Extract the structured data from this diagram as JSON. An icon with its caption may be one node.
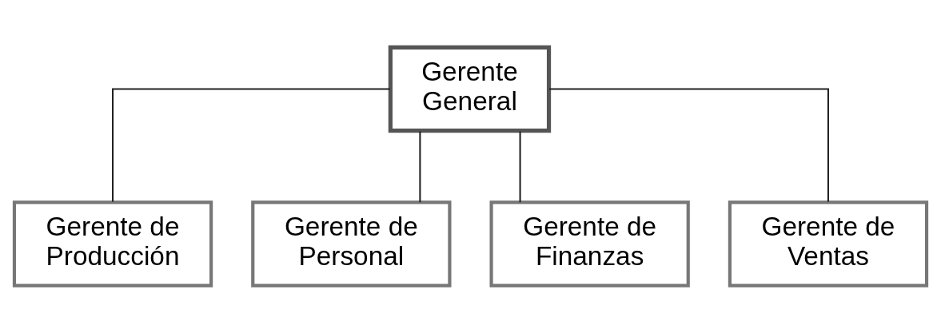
{
  "diagram": {
    "nodes": [
      {
        "text": [
          "Gerente General"
        ]
      },
      {
        "text": [
          "Gerente de Producción"
        ]
      },
      {
        "text": [
          "Gerente de Personal"
        ]
      },
      {
        "text": [
          "Gerente de Finanzas"
        ]
      },
      {
        "text": [
          "Gerente de Ventas"
        ]
      }
    ],
    "edges": [
      {
        "from": 0,
        "to": 1,
        "arrow": "none"
      },
      {
        "from": 0,
        "to": 2,
        "arrow": "none"
      },
      {
        "from": 0,
        "to": 3,
        "arrow": "none"
      },
      {
        "from": 0,
        "to": 4,
        "arrow": "none"
      }
    ]
  }
}
